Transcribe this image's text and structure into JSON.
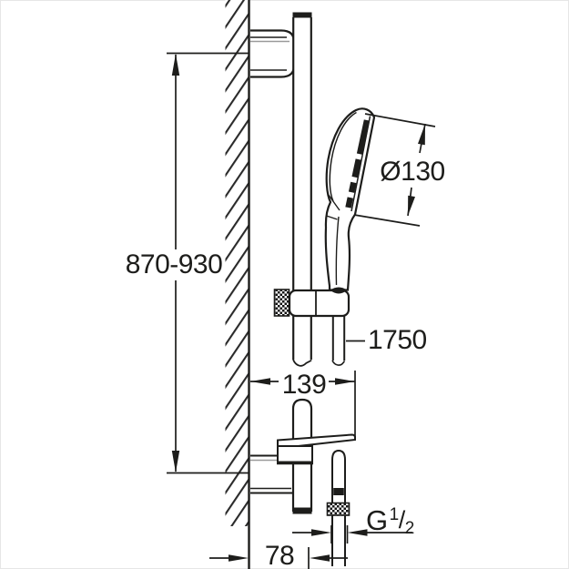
{
  "drawing": {
    "kind": "technical-dimension-drawing",
    "subject": "shower rail set with hand shower, hose and soap tray — side elevation on wall",
    "labels": {
      "rail_height": "870-930",
      "head_diameter": "Ø130",
      "hose_length": "1750",
      "shelf_depth": "139",
      "wall_offset": "78",
      "thread": {
        "prefix": "G",
        "numerator": "1",
        "slash": "/",
        "denominator": "2"
      }
    },
    "colors": {
      "line": "#1d1d1b",
      "background": "#ffffff",
      "border": "#e6e6e6",
      "hatch": "#2a2a2a"
    }
  }
}
